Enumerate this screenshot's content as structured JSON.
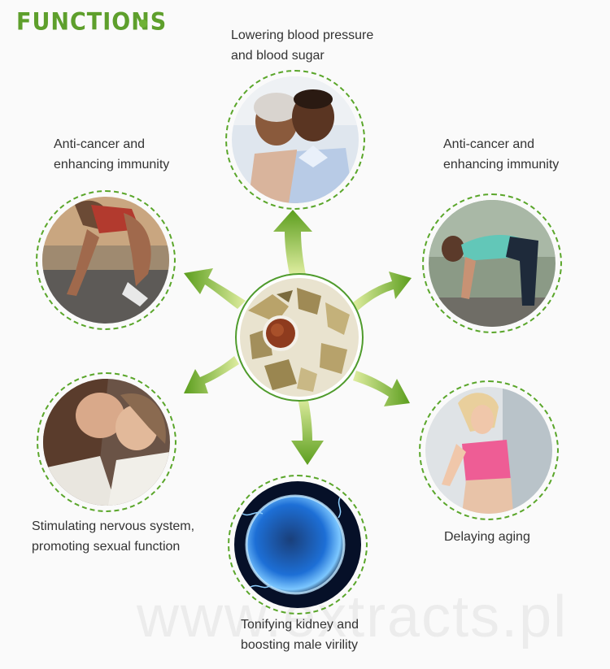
{
  "header": {
    "title": "FUNCTIONS"
  },
  "functions": {
    "top": "Lowering blood pressure and blood sugar",
    "top_line1": "Lowering blood pressure",
    "top_line2": "and blood sugar",
    "left_top_line1": "Anti-cancer and",
    "left_top_line2": "enhancing immunity",
    "right_top_line1": "Anti-cancer and",
    "right_top_line2": "enhancing immunity",
    "left_bottom_line1": "Stimulating nervous system,",
    "left_bottom_line2": "promoting sexual function",
    "right_bottom": "Delaying aging",
    "bottom_line1": "Tonifying kidney and",
    "bottom_line2": "boosting male virility"
  },
  "watermark": {
    "text": "www.extracts.pl"
  },
  "colors": {
    "accent": "#5e9f2c",
    "arrow_light": "#d7e88a",
    "arrow_dark": "#5c9e1e"
  },
  "icons": {
    "center": "herb-powder-image",
    "top": "couple-photo",
    "left_top": "runner-photo",
    "right_top": "stretching-woman-photo",
    "left_bottom": "kissing-couple-photo",
    "right_bottom": "jogging-woman-photo",
    "bottom": "cell-photo"
  }
}
